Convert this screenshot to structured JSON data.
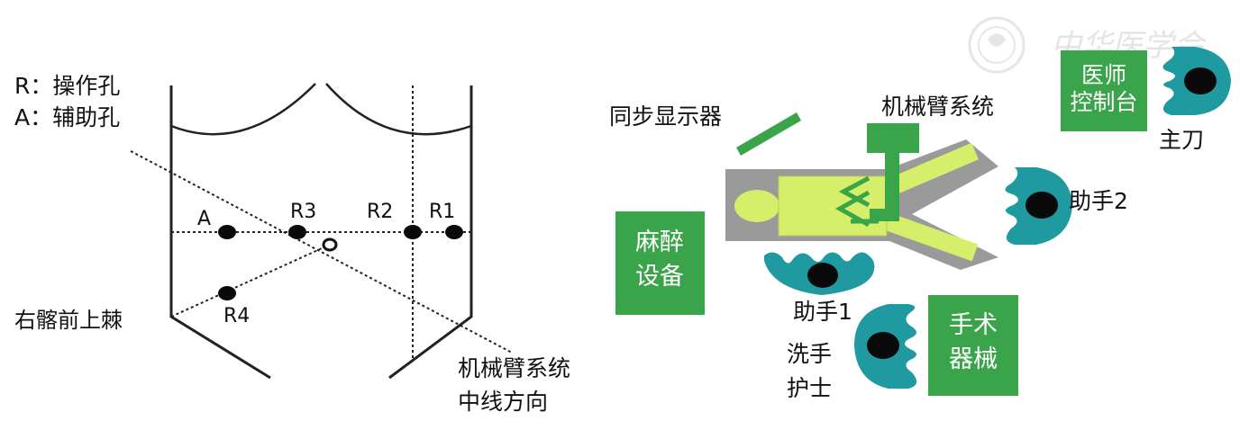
{
  "colors": {
    "line": "#222222",
    "green": "#3aa44a",
    "gray": "#9a9a9a",
    "lime": "#d6ef6a",
    "teal": "#1f9aa0",
    "black": "#0a0a0a",
    "white": "#ffffff",
    "watermark": "#e4e4e4"
  },
  "left_diagram": {
    "legend": {
      "r": "R：操作孔",
      "a": "A：辅助孔"
    },
    "ports": {
      "a": "A",
      "r1": "R1",
      "r2": "R2",
      "r3": "R3",
      "r4": "R4"
    },
    "landmark": "右髂前上棘",
    "axis": {
      "line1": "机械臂系统",
      "line2": "中线方向"
    }
  },
  "right_diagram": {
    "monitor": "同步显示器",
    "robot_arm": "机械臂系统",
    "console": {
      "line1": "医师",
      "line2": "控制台"
    },
    "anesthesia": {
      "line1": "麻醉",
      "line2": "设备"
    },
    "instruments": {
      "line1": "手术",
      "line2": "器械"
    },
    "surgeon": "主刀",
    "assistant2": "助手2",
    "assistant1": "助手1",
    "nurse": {
      "line1": "洗手",
      "line2": "护士"
    }
  },
  "watermark": {
    "seal_icon": "seal-icon",
    "text": "中华医学会"
  }
}
